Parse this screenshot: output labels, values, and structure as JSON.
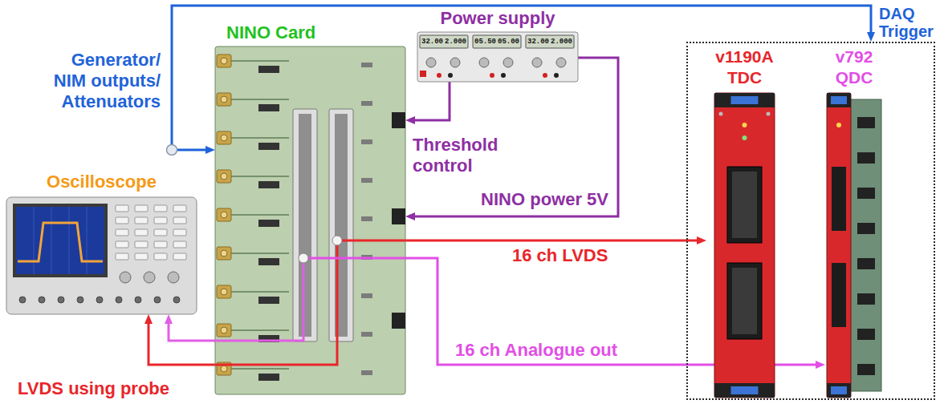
{
  "diagram": {
    "nodes": [
      {
        "text": [
          "Generator/ NIM outputs/ Attenuators"
        ]
      },
      {
        "text": [
          "NINO Card"
        ]
      },
      {
        "text": [
          "Power supply"
        ]
      },
      {
        "text": [
          "Oscilloscope"
        ]
      },
      {
        "text": [
          "DAQ Trigger"
        ]
      },
      {
        "text": [
          "v1190A TDC"
        ],
        "in": 4
      },
      {
        "text": [
          "v792 QDC"
        ],
        "in": 4
      }
    ],
    "edges": [
      {
        "from": 0,
        "to": 1,
        "arrow": "to"
      },
      {
        "from": 0,
        "to": 4,
        "arrow": "to"
      },
      {
        "from": 2,
        "to": 1,
        "label": "Threshold control",
        "arrow": "to"
      },
      {
        "from": 2,
        "to": 1,
        "label": "NINO power 5V",
        "arrow": "to"
      },
      {
        "from": 1,
        "to": 5,
        "label": "16 ch LVDS",
        "arrow": "to"
      },
      {
        "from": 1,
        "to": 6,
        "label": "16 ch Analogue out",
        "arrow": "to"
      },
      {
        "from": 1,
        "to": 3,
        "label": "LVDS using probe",
        "arrow": "to"
      },
      {
        "from": 1,
        "to": 3,
        "arrow": "to"
      }
    ],
    "labels": [
      "32.00",
      "2.000",
      "05.50",
      "05.00",
      "32.00",
      "2.000"
    ]
  }
}
